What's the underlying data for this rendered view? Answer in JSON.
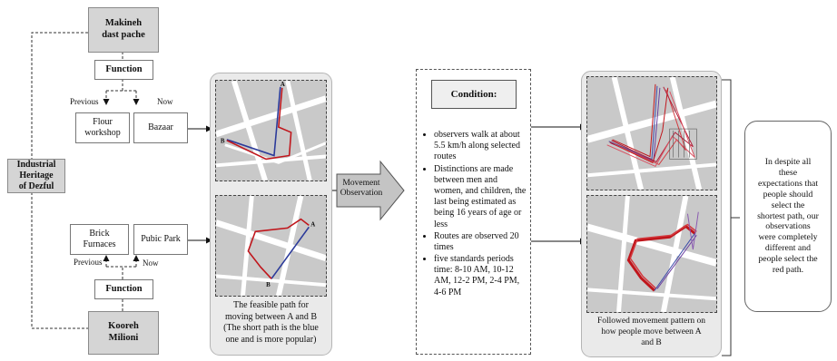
{
  "nodes": {
    "top_site": "Makineh\ndast pache",
    "bottom_site": "Kooreh\nMilioni",
    "center": "Industrial\nHeritage\nof Dezful",
    "function_top": "Function",
    "function_bottom": "Function",
    "flour": "Flour\nworkshop",
    "bazaar": "Bazaar",
    "brick": "Brick\nFurnaces",
    "park": "Pubic Park",
    "previous_top": "Previous",
    "now_top": "Now",
    "previous_bottom": "Previous",
    "now_bottom": "Now"
  },
  "map_labels": {
    "a": "A",
    "b": "B"
  },
  "left_caption": "The feasible path for\nmoving between A and B\n(The short path is the blue\none and is more popular)",
  "movement_arrow": "Movement\nObservation",
  "condition": {
    "title": "Condition:",
    "items": [
      "observers walk at about 5.5 km/h along selected routes",
      "Distinctions are made between men and women, and children, the last being estimated as being 16 years of age or less",
      "Routes are observed 20 times",
      "five standards periods time: 8-10 AM, 10-12 AM, 12-2 PM, 2-4 PM, 4-6 PM"
    ]
  },
  "right_caption": "Followed movement pattern on\nhow people move between A\nand B",
  "conclusion": "In despite all\nthese\nexpectations that\npeople should\nselect the\nshortest path, our\nobservations\nwere completely\ndifferent and\npeople select the\nred path.",
  "colors": {
    "box_grey": "#d5d5d5",
    "panel": "#eaeaea",
    "map_bg": "#c9c9c9",
    "short_path": "#2b3a9a",
    "popular_path": "#c0151b"
  }
}
